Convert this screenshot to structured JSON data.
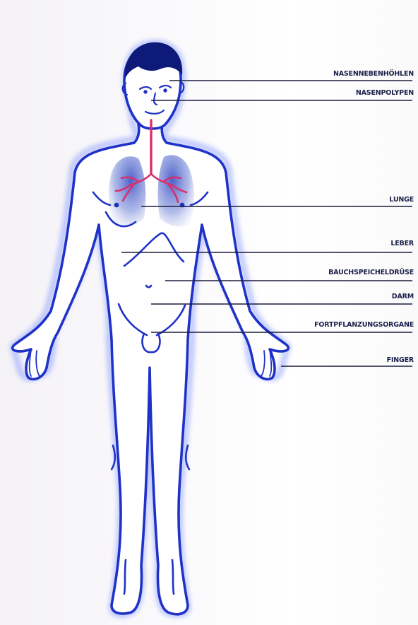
{
  "diagram": {
    "labels": [
      {
        "id": "nasennebenhoehlen",
        "text": "NASENNEBENHÖHLEN"
      },
      {
        "id": "nasenpolypen",
        "text": "NASENPOLYPEN"
      },
      {
        "id": "lunge",
        "text": "LUNGE"
      },
      {
        "id": "leber",
        "text": "LEBER"
      },
      {
        "id": "bauchspeicheldruese",
        "text": "BAUCHSPEICHELDRÜSE"
      },
      {
        "id": "darm",
        "text": "DARM"
      },
      {
        "id": "fortpflanzungsorgane",
        "text": "FORTPFLANZUNGSORGANE"
      },
      {
        "id": "finger",
        "text": "FINGER"
      }
    ]
  },
  "colors": {
    "outline": "#1f32c8",
    "hair": "#0d1a7a",
    "airway": "#d8306a",
    "lung_fill": "#5566cc",
    "leader_line": "#1a1c3e",
    "label_text": "#1c1f4a"
  }
}
